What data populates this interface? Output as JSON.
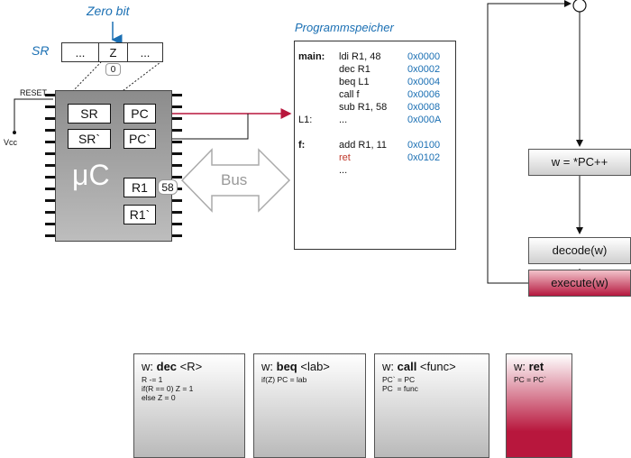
{
  "labels": {
    "zero_bit": "Zero bit",
    "sr": "SR",
    "sr_cell_left": "...",
    "sr_cell_z": "Z",
    "sr_cell_right": "...",
    "z_value": "0",
    "reset": "RESET",
    "vcc": "Vcc",
    "bus": "Bus",
    "muc": "μC"
  },
  "registers": {
    "sr": "SR",
    "pc": "PC",
    "sr_shadow": "SR`",
    "pc_shadow": "PC`",
    "r1": "R1",
    "r1_value": "58",
    "r1_shadow": "R1`"
  },
  "program_memory": {
    "title": "Programmspeicher",
    "rows": [
      {
        "label": "main:",
        "instr": "ldi R1, 48",
        "addr": "0x0000"
      },
      {
        "label": "",
        "instr": "dec R1",
        "addr": "0x0002"
      },
      {
        "label": "",
        "instr": "beq L1",
        "addr": "0x0004"
      },
      {
        "label": "",
        "instr": "call f",
        "addr": "0x0006"
      },
      {
        "label": "",
        "instr": "sub R1, 58",
        "addr": "0x0008"
      },
      {
        "label": "L1:",
        "instr": "...",
        "addr": "0x000A"
      },
      {
        "label": "f:",
        "instr": "add R1, 11",
        "addr": "0x0100"
      },
      {
        "label": "",
        "instr": "ret",
        "addr": "0x0102"
      },
      {
        "label": "",
        "instr": "...",
        "addr": ""
      }
    ],
    "highlight_color": "#c0392b"
  },
  "flow": {
    "fetch": "w = *PC++",
    "decode": "decode(w)",
    "execute": "execute(w)"
  },
  "cards": [
    {
      "prefix": "w: ",
      "mnemonic": "dec",
      "arg": " <R>",
      "body": "R -= 1\nif(R == 0) Z = 1\nelse Z = 0"
    },
    {
      "prefix": "w: ",
      "mnemonic": "beq",
      "arg": " <lab>",
      "body": "if(Z) PC = lab"
    },
    {
      "prefix": "w: ",
      "mnemonic": "call",
      "arg": " <func>",
      "body": "PC` = PC\nPC  = func"
    },
    {
      "prefix": "w: ",
      "mnemonic": "ret",
      "arg": "",
      "body": "PC = PC`"
    }
  ],
  "colors": {
    "accent_blue": "#1a6fb3",
    "accent_red": "#b8173d"
  }
}
